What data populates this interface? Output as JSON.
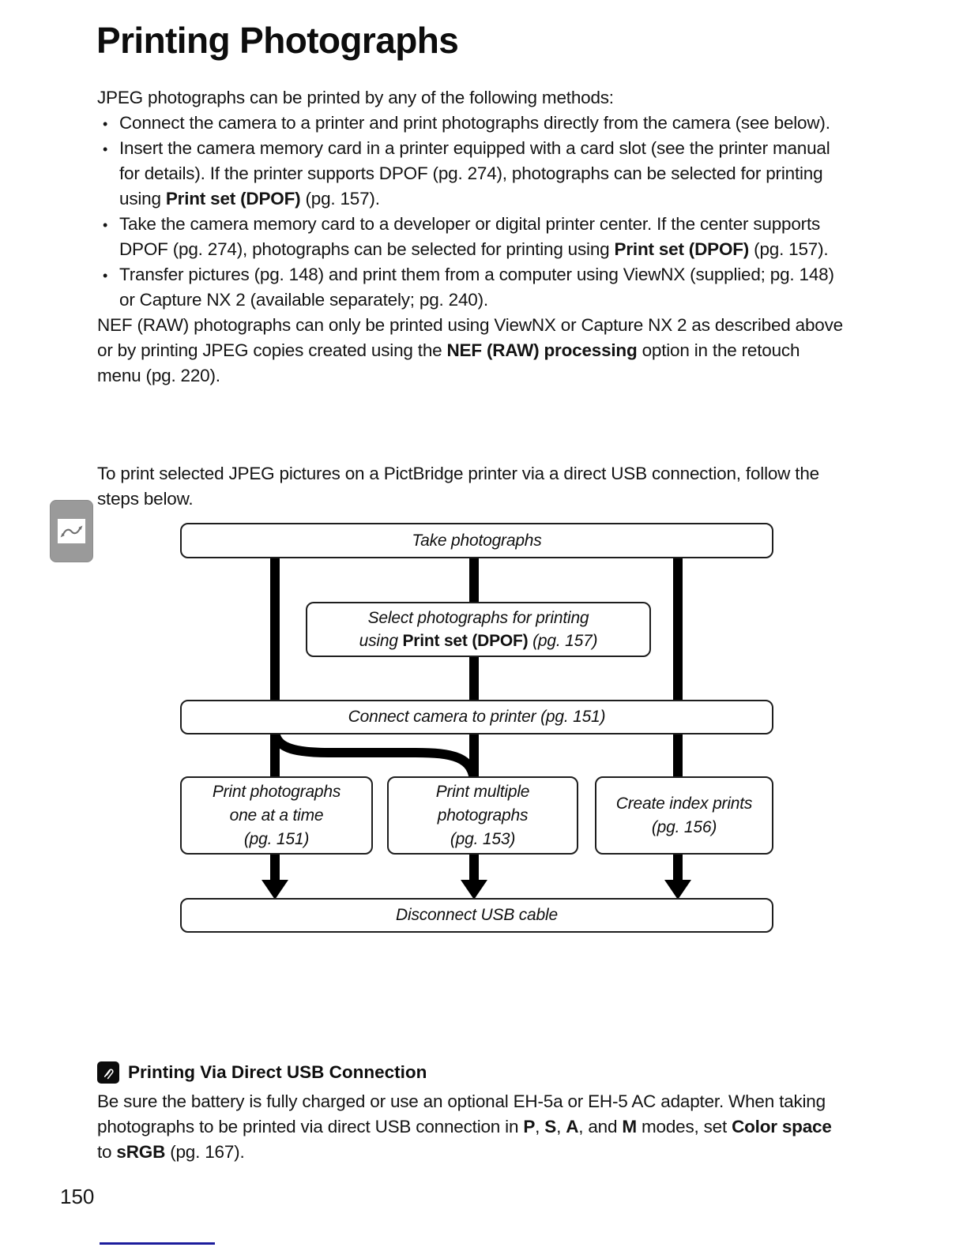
{
  "page": {
    "title": "Printing Photographs",
    "page_number": "150",
    "accent_color": "#1c1c9c"
  },
  "intro": {
    "lead": "JPEG photographs can be printed by any of the following methods:",
    "bullets": [
      {
        "runs": [
          {
            "t": "Connect the camera to a printer and print photographs directly from the camera (see below)."
          }
        ]
      },
      {
        "runs": [
          {
            "t": "Insert the camera memory card in a printer equipped with a card slot (see the printer manual for details). If the printer supports DPOF (pg. 274), photographs can be selected for printing using "
          },
          {
            "t": "Print set (DPOF)",
            "b": true
          },
          {
            "t": " (pg. 157)."
          }
        ]
      },
      {
        "runs": [
          {
            "t": "Take the camera memory card to a developer or digital printer center. If the center supports DPOF (pg. 274), photographs can be selected for printing using "
          },
          {
            "t": "Print set (DPOF)",
            "b": true
          },
          {
            "t": " (pg. 157)."
          }
        ]
      },
      {
        "runs": [
          {
            "t": "Transfer pictures (pg. 148) and print them from a computer using ViewNX (supplied; pg. 148) or Capture NX 2 (available separately; pg. 240)."
          }
        ]
      }
    ],
    "nef_runs": [
      {
        "t": "NEF (RAW) photographs can only be printed using ViewNX or Capture NX 2 as described above or by printing JPEG copies created using the "
      },
      {
        "t": "NEF (RAW) processing",
        "b": true
      },
      {
        "t": " option in the retouch menu (pg. 220)."
      }
    ],
    "pictbridge": "To print selected JPEG pictures on a PictBridge printer via a direct USB connection, follow the steps below."
  },
  "flowchart": {
    "take": "Take photographs",
    "select_line1": "Select photographs for printing",
    "select_using": "using ",
    "select_bold": "Print set (DPOF)",
    "select_page": " (pg. 157)",
    "connect": "Connect camera to printer (pg. 151)",
    "print_one": [
      "Print photographs",
      "one at a time",
      "(pg. 151)"
    ],
    "print_multiple": [
      "Print multiple",
      "photographs",
      "(pg. 153)"
    ],
    "create_index": [
      "Create index prints",
      "(pg. 156)"
    ],
    "disconnect": "Disconnect USB cable"
  },
  "note": {
    "title": "Printing Via Direct USB Connection",
    "runs": [
      {
        "t": "Be sure the battery is fully charged or use an optional EH-5a or EH-5 AC adapter. When taking photographs to be printed via direct USB connection in "
      },
      {
        "t": "P",
        "b": true
      },
      {
        "t": ", "
      },
      {
        "t": "S",
        "b": true
      },
      {
        "t": ", "
      },
      {
        "t": "A",
        "b": true
      },
      {
        "t": ", and "
      },
      {
        "t": "M",
        "b": true
      },
      {
        "t": " modes, set "
      },
      {
        "t": "Color space",
        "b": true
      },
      {
        "t": " to "
      },
      {
        "t": "sRGB",
        "b": true
      },
      {
        "t": " (pg. 167)."
      }
    ]
  },
  "icons": {
    "chapter_tab": "cable-connection-icon",
    "note": "paperclip-icon"
  }
}
